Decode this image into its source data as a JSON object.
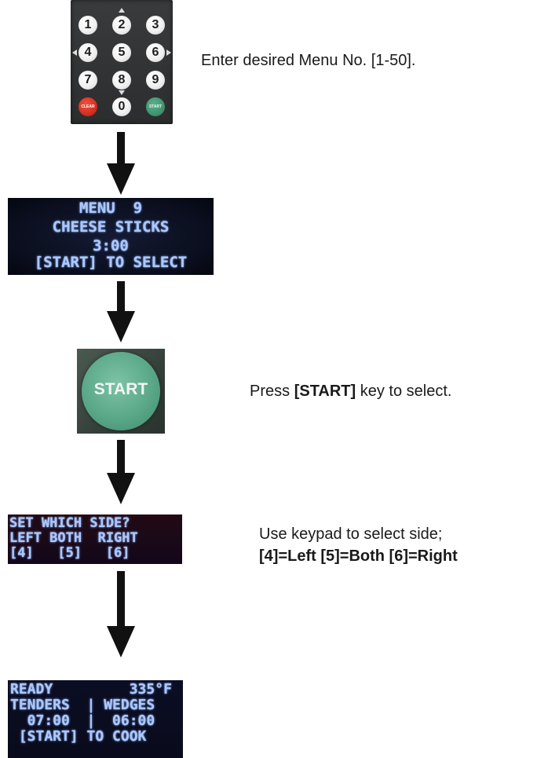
{
  "keypad": {
    "keys": [
      "1",
      "2",
      "3",
      "4",
      "5",
      "6",
      "7",
      "8",
      "9",
      "CLEAR",
      "0",
      "START"
    ]
  },
  "steps": {
    "step1_text": "Enter desired Menu No. [1-50].",
    "step3_prefix": "Press ",
    "step3_key": "[START]",
    "step3_suffix": " key to select.",
    "step4_line1": "Use keypad to select side;",
    "step4_line2": "[4]=Left [5]=Both [6]=Right"
  },
  "display1": {
    "lines": [
      "MENU  9",
      "CHEESE STICKS",
      "3:00",
      "[START] TO SELECT"
    ]
  },
  "start_button": {
    "label": "START"
  },
  "display2": {
    "lines": [
      "SET WHICH SIDE?",
      "LEFT BOTH  RIGHT",
      "[4]   [5]   [6]"
    ]
  },
  "display3": {
    "lines": [
      "READY         335°F",
      "TENDERS  | WEDGES",
      "  07:00  |  06:00",
      " [START] TO COOK"
    ]
  },
  "colors": {
    "vfd_text": "#a9c8ff",
    "start_green": "#5aa888",
    "clear_red": "#cf2a1c"
  }
}
